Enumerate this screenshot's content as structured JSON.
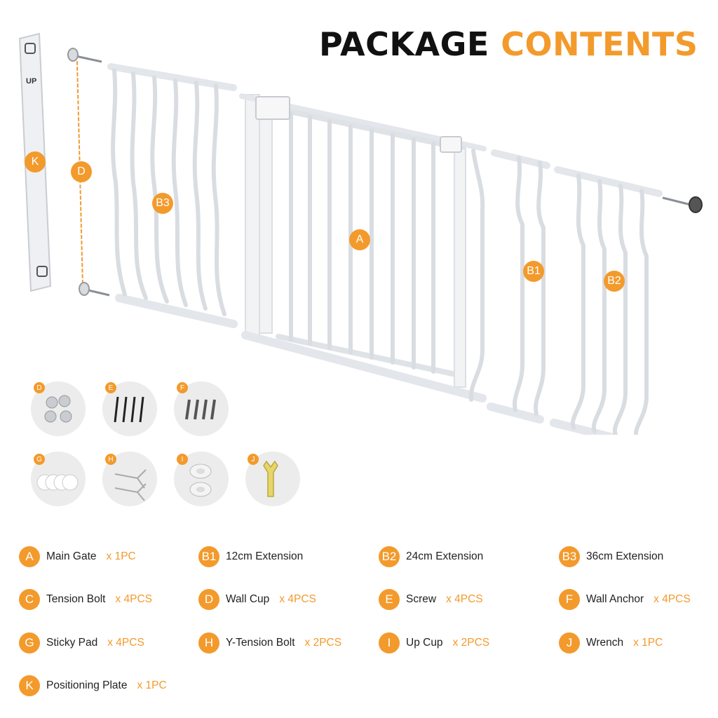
{
  "title": {
    "part1": "PACKAGE",
    "part2": "CONTENTS"
  },
  "colors": {
    "accent": "#f39a2c",
    "title_dark": "#111111",
    "part_bg": "#ececec"
  },
  "plate_text": "UP",
  "diagram_markers": {
    "A": "A",
    "B1": "B1",
    "B2": "B2",
    "B3": "B3",
    "D": "D",
    "K": "K"
  },
  "part_thumbs": [
    {
      "letter": "D",
      "icon": "wall-cup-icon"
    },
    {
      "letter": "E",
      "icon": "screw-icon"
    },
    {
      "letter": "F",
      "icon": "wall-anchor-icon"
    },
    {
      "letter": "G",
      "icon": "sticky-pad-icon"
    },
    {
      "letter": "H",
      "icon": "y-tension-bolt-icon"
    },
    {
      "letter": "I",
      "icon": "up-cup-icon"
    },
    {
      "letter": "J",
      "icon": "wrench-icon"
    }
  ],
  "legend": [
    {
      "letter": "A",
      "name": "Main Gate",
      "qty": "x 1PC"
    },
    {
      "letter": "B1",
      "name": "12cm Extension",
      "qty": ""
    },
    {
      "letter": "B2",
      "name": "24cm Extension",
      "qty": ""
    },
    {
      "letter": "B3",
      "name": "36cm Extension",
      "qty": ""
    },
    {
      "letter": "C",
      "name": "Tension Bolt",
      "qty": "x 4PCS"
    },
    {
      "letter": "D",
      "name": "Wall Cup",
      "qty": "x 4PCS"
    },
    {
      "letter": "E",
      "name": "Screw",
      "qty": "x 4PCS"
    },
    {
      "letter": "F",
      "name": "Wall Anchor",
      "qty": "x 4PCS"
    },
    {
      "letter": "G",
      "name": "Sticky Pad",
      "qty": "x 4PCS"
    },
    {
      "letter": "H",
      "name": "Y-Tension Bolt",
      "qty": "x 2PCS"
    },
    {
      "letter": "I",
      "name": "Up Cup",
      "qty": "x 2PCS"
    },
    {
      "letter": "J",
      "name": "Wrench",
      "qty": "x 1PC"
    },
    {
      "letter": "K",
      "name": "Positioning Plate",
      "qty": "x 1PC"
    }
  ]
}
